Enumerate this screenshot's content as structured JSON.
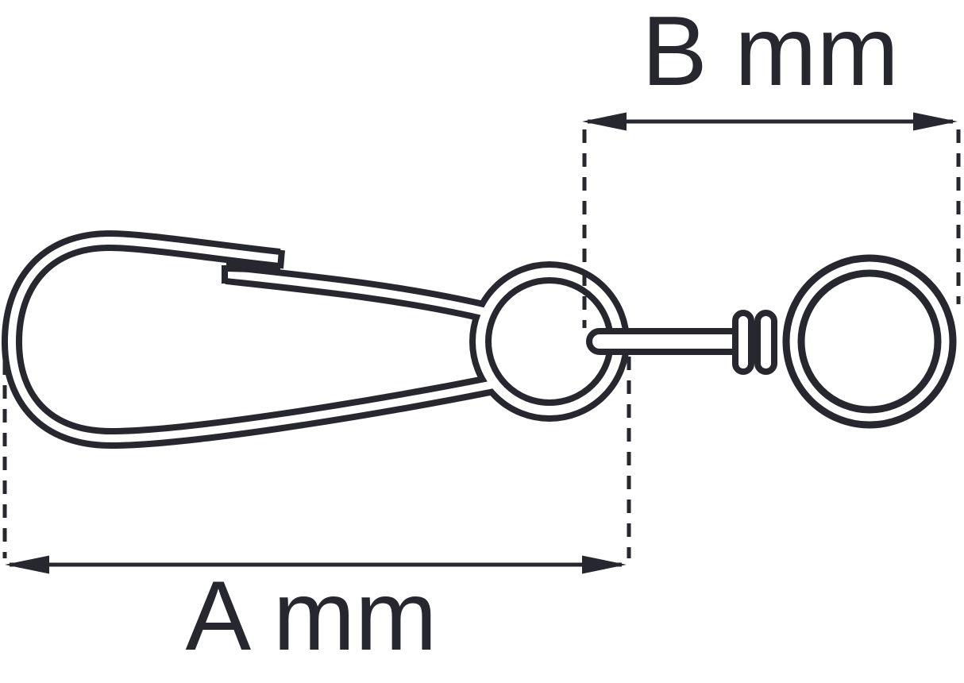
{
  "diagram": {
    "title": "snap-hook-with-swivel-ring-dimension-drawing",
    "background_color": "#ffffff",
    "line_color": "#27272f",
    "labels": {
      "a": "A mm",
      "b": "B mm"
    },
    "parts": [
      "snap-hook-body",
      "snap-hook-gate",
      "snap-hook-eye",
      "swivel-pin",
      "swivel-barrel",
      "round-ring"
    ],
    "dimension_a": {
      "label": "A mm",
      "measures": "snap-hook-overall-length"
    },
    "dimension_b": {
      "label": "B mm",
      "measures": "swivel-and-ring-length"
    }
  }
}
